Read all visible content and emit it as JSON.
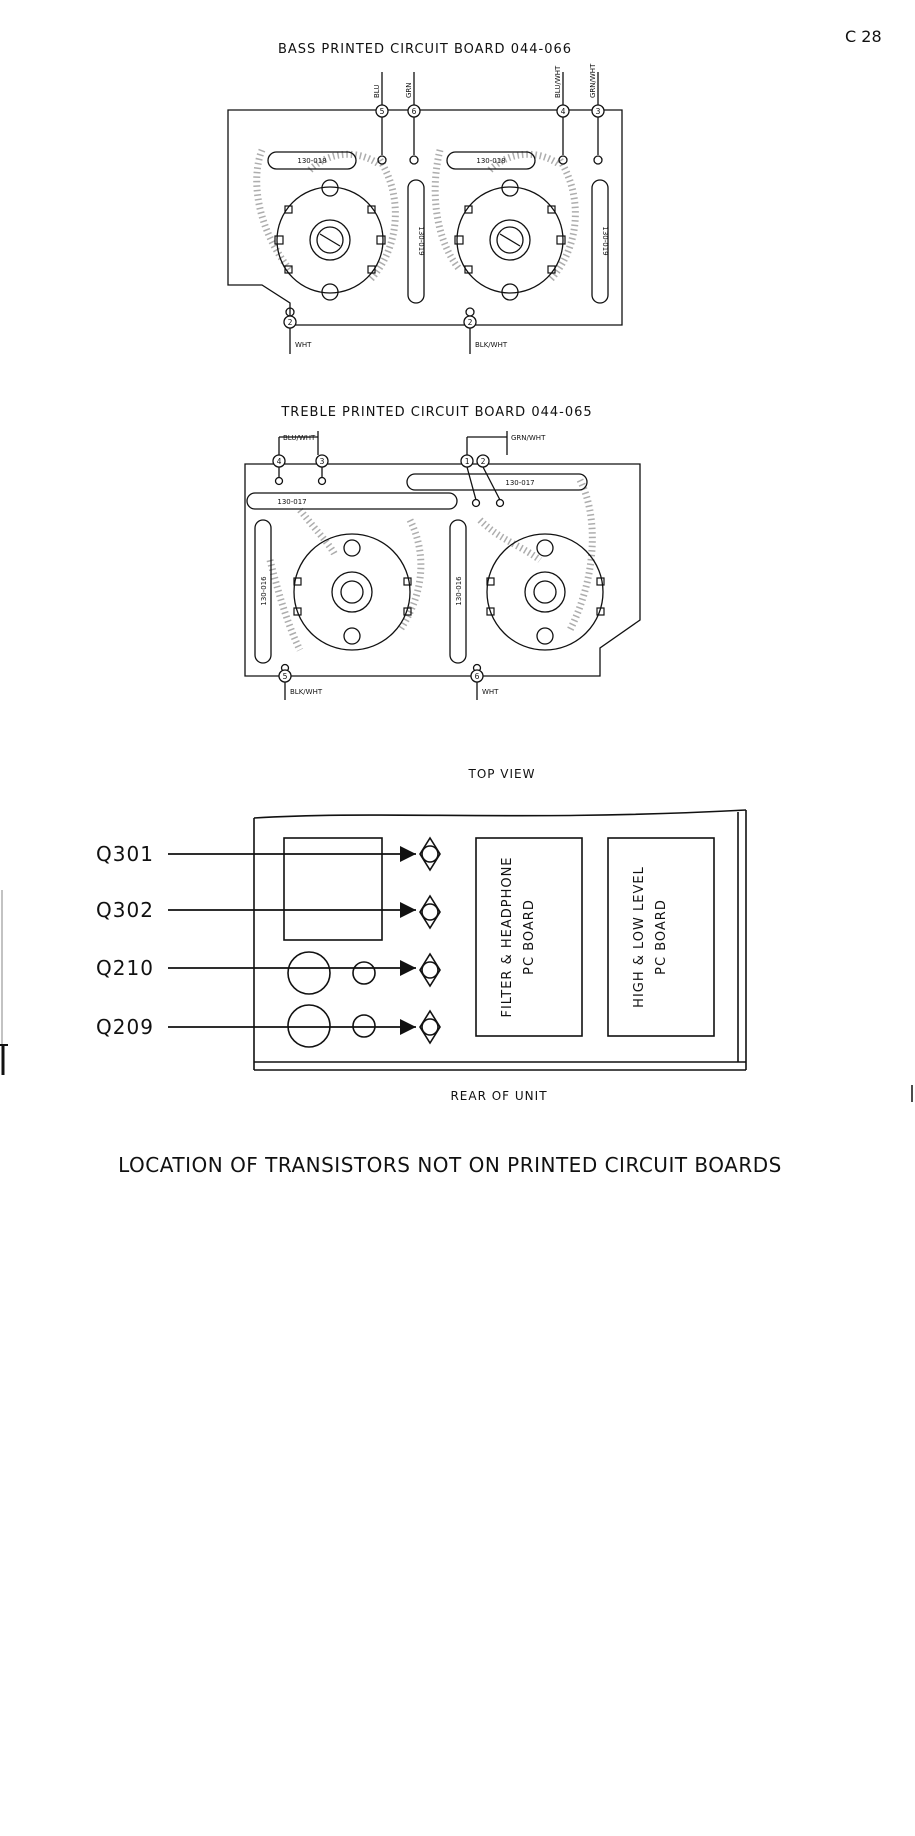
{
  "page": {
    "number": "C 28"
  },
  "bass_board": {
    "title": "BASS PRINTED CIRCUIT BOARD 044-066",
    "top_wires": [
      {
        "pin": "5",
        "color": "BLU"
      },
      {
        "pin": "6",
        "color": "GRN"
      },
      {
        "pin": "4",
        "color": "BLU/WHT"
      },
      {
        "pin": "3",
        "color": "GRN/WHT"
      }
    ],
    "bottom_wires": [
      {
        "pin": "2",
        "color": "WHT"
      },
      {
        "pin": "2",
        "color": "BLK/WHT"
      }
    ],
    "parts": [
      "130-018",
      "130-019",
      "130-018",
      "130-019"
    ]
  },
  "treble_board": {
    "title": "TREBLE PRINTED CIRCUIT BOARD 044-065",
    "top_wires": [
      {
        "pin": "4",
        "extra_pin": "3",
        "color": "BLU/WHT"
      },
      {
        "pin": "1",
        "extra_pin": "2",
        "color": "GRN/WHT"
      }
    ],
    "bottom_wires": [
      {
        "pin": "5",
        "color": "BLK/WHT"
      },
      {
        "pin": "6",
        "color": "WHT"
      }
    ],
    "parts": [
      "130-017",
      "130-017",
      "130-016",
      "130-016"
    ]
  },
  "chassis": {
    "top_label": "TOP VIEW",
    "bottom_label": "REAR OF UNIT",
    "transistors": [
      "Q301",
      "Q302",
      "Q210",
      "Q209"
    ],
    "board1": {
      "line1": "FILTER & HEADPHONE",
      "line2": "PC BOARD"
    },
    "board2": {
      "line1": "HIGH & LOW LEVEL",
      "line2": "PC BOARD"
    }
  },
  "caption": "LOCATION OF TRANSISTORS NOT ON PRINTED CIRCUIT BOARDS"
}
